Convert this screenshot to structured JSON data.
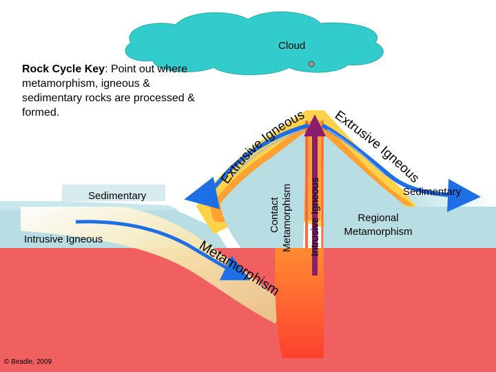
{
  "title": {
    "label": "Rock Cycle Key",
    "text": ": Point out where metamorphism, igneous & sedimentary rocks are processed & formed."
  },
  "labels": {
    "cloud": "Cloud",
    "sedimentary_left": "Sedimentary",
    "intrusive_igneous_left": "Intrusive Igneous",
    "metamorphism_arc": "Metamorphism",
    "contact_metamorphism_line1": "Contact",
    "contact_metamorphism_line2": "Metamorphism",
    "intrusive_igneous_vertical": "Intrusive Igneous",
    "extrusive_left": "Extrusive Igneous",
    "extrusive_right": "Extrusive Igneous",
    "sedimentary_right": "Sedimentary",
    "regional_line1": "Regional",
    "regional_line2": "Metamorphism"
  },
  "credit": "© Beadle, 2009",
  "colors": {
    "cloud": "#33cccc",
    "mantle": "#f06060",
    "crust": "#b8dde2",
    "yellow": "#ffd24a",
    "orange": "#ff9a30",
    "magma": "#ff5040",
    "arrow_blue": "#1e6ee6",
    "arrow_purple": "#8a1e6e"
  }
}
